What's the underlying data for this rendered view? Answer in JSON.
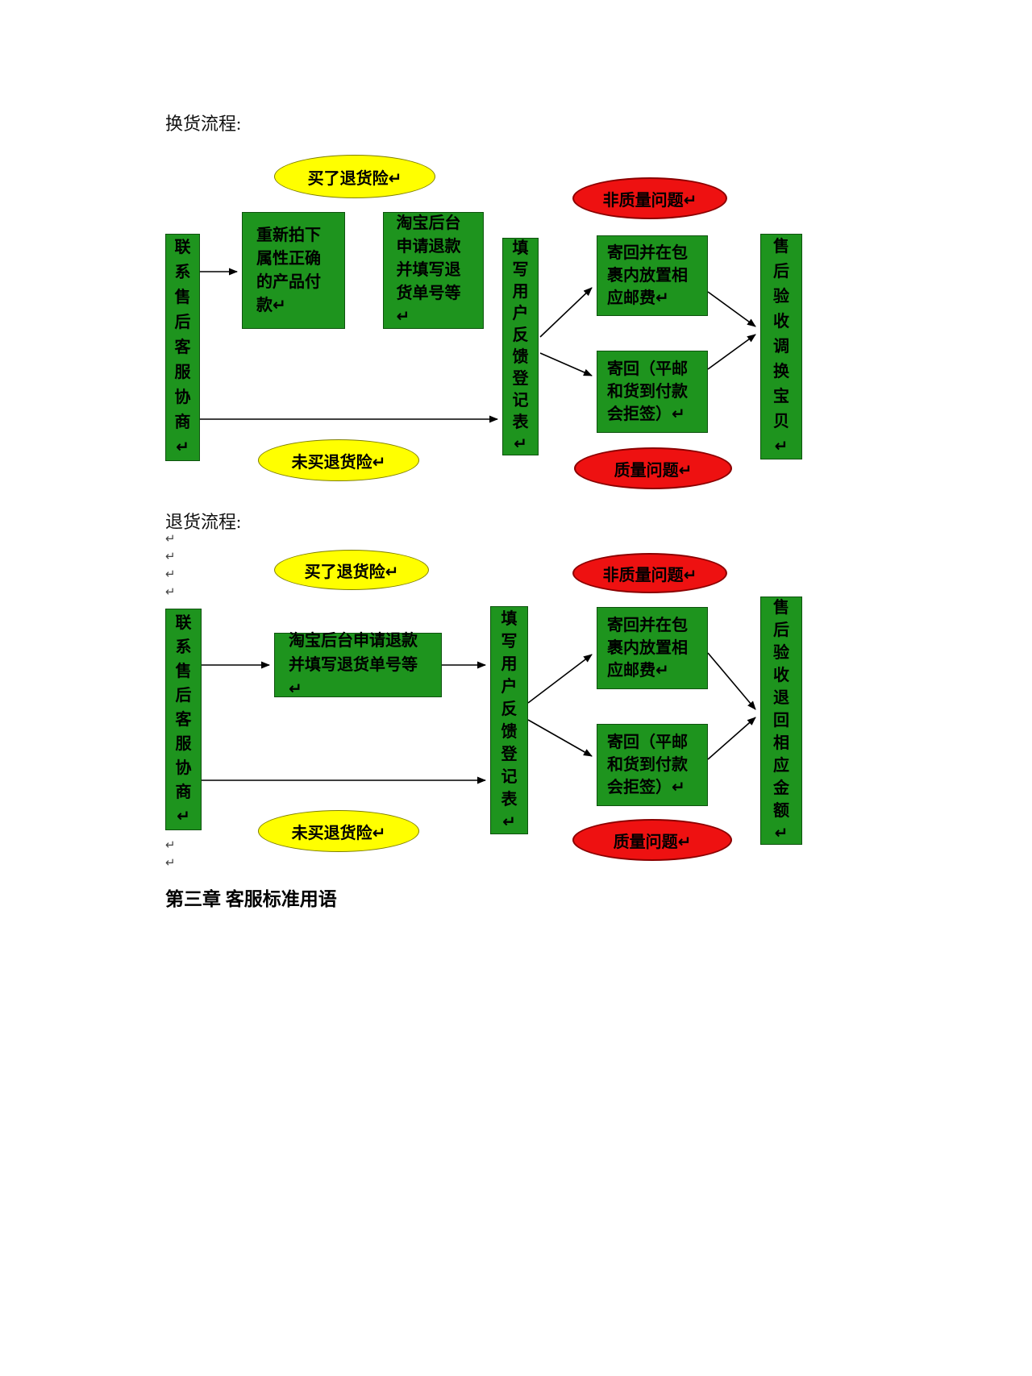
{
  "titles": {
    "exchange": "换货流程:",
    "refund": "退货流程:",
    "chapter": "第三章 客服标准用语"
  },
  "colors": {
    "process_green": "#1e941e",
    "decision_yellow": "#ffff00",
    "issue_red": "#ee1111"
  },
  "exchange_flow": {
    "insurance_yes": "买了退货险↵",
    "non_quality": "非质量问题↵",
    "contact": "联系售后客服协商↵",
    "reorder": "重新拍下属性正确的产品付款↵",
    "apply_refund": "淘宝后台申请退款并填写退货单号等↵",
    "feedback_form": "填写用户反馈登记表↵",
    "postage": "寄回并在包裹内放置相应邮费↵",
    "reject": "寄回（平邮和货到付款会拒签）↵",
    "verify": "售后验收调换宝贝↵",
    "insurance_no": "未买退货险↵",
    "quality": "质量问题↵"
  },
  "refund_flow": {
    "insurance_yes": "买了退货险↵",
    "non_quality": "非质量问题↵",
    "contact": "联系售后客服协商↵",
    "apply_refund": "淘宝后台申请退款并填写退货单号等↵",
    "feedback_form": "填写用户反馈登记表↵",
    "postage": "寄回并在包裹内放置相应邮费↵",
    "reject": "寄回（平邮和货到付款会拒签）↵",
    "verify": "售后验收退回相应金额↵",
    "insurance_no": "未买退货险↵",
    "quality": "质量问题↵"
  },
  "marks_mid": [
    "↵",
    "↵",
    "↵",
    "↵"
  ],
  "marks_bottom": [
    "↵",
    "↵"
  ]
}
